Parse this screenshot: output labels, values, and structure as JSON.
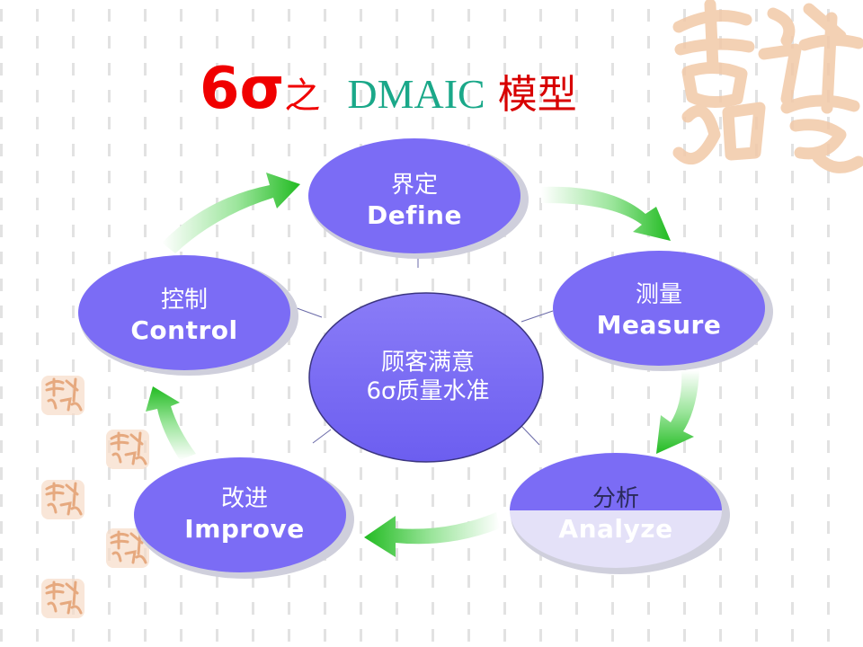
{
  "title": {
    "prefix": "6σ",
    "connector": "之",
    "latin": "DMAIC",
    "suffix": "模型"
  },
  "phases": [
    {
      "zh": "界定",
      "en": "Define"
    },
    {
      "zh": "测量",
      "en": "Measure"
    },
    {
      "zh": "分析",
      "en": "Analyze"
    },
    {
      "zh": "改进",
      "en": "Improve"
    },
    {
      "zh": "控制",
      "en": "Control"
    }
  ],
  "center": {
    "line1": "顾客满意",
    "line2": "6σ质量水准"
  },
  "colors": {
    "node_fill": "#7b6cf5",
    "node_shadow": "#c8c8d8",
    "arrow_green": "#33cc33",
    "title_red": "#f00000",
    "title_teal": "#1aa889",
    "seal_color": "#f2c9a8"
  }
}
